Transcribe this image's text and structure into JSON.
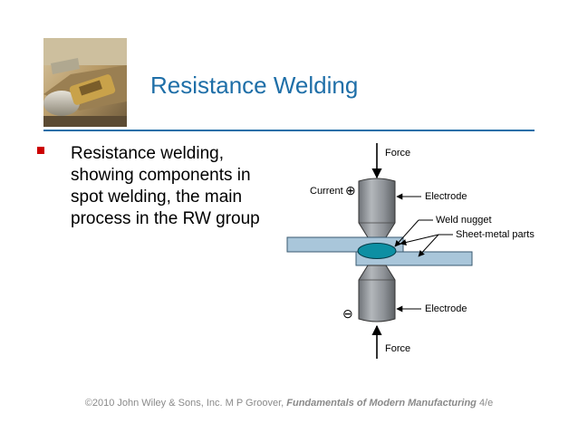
{
  "slide": {
    "title": "Resistance Welding",
    "bullet": "Resistance welding, showing components in spot welding, the main process in the RW group"
  },
  "diagram": {
    "labels": {
      "force_top": "Force",
      "current": "Current",
      "electrode_top": "Electrode",
      "weld_nugget": "Weld nugget",
      "sheet_metal": "Sheet-metal parts",
      "electrode_bottom": "Electrode",
      "force_bottom": "Force"
    },
    "symbols": {
      "positive": "⊕",
      "negative": "⊖"
    }
  },
  "footer": {
    "prefix": "©2010 John Wiley & Sons, Inc.  M P Groover, ",
    "book": "Fundamentals of Modern Manufacturing",
    "suffix": " 4/e"
  },
  "colors": {
    "title": "#1f6fa8",
    "bullet_marker": "#cc0000",
    "sheet_fill": "#a9c6da",
    "nugget_fill": "#0d8fa3",
    "electrode_fill": "#8d9196"
  }
}
